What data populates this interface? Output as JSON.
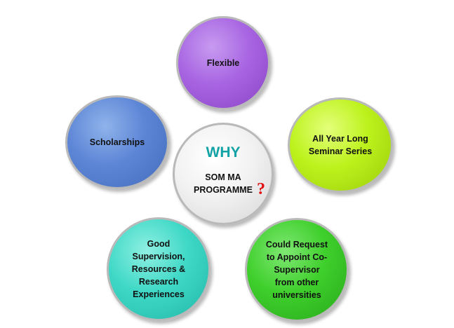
{
  "diagram": {
    "center": {
      "title": "WHY",
      "subtitle": "SOM MA\nPROGRAMME",
      "mark": "?"
    },
    "nodes": [
      {
        "label": "Flexible",
        "color": "#a865e2"
      },
      {
        "label": "Scholarships",
        "color": "#5d86d6"
      },
      {
        "label": "All Year Long\nSeminar Series",
        "color": "#bdf21c"
      },
      {
        "label": "Good\nSupervision,\nResources &\nResearch\nExperiences",
        "color": "#3fd8c6"
      },
      {
        "label": "Could Request\nto Appoint Co-\nSupervisor\nfrom other\nuniversities",
        "color": "#3fcf2c"
      }
    ],
    "colors": {
      "center_title": "#13a2a5",
      "question_mark": "#e01010"
    }
  }
}
